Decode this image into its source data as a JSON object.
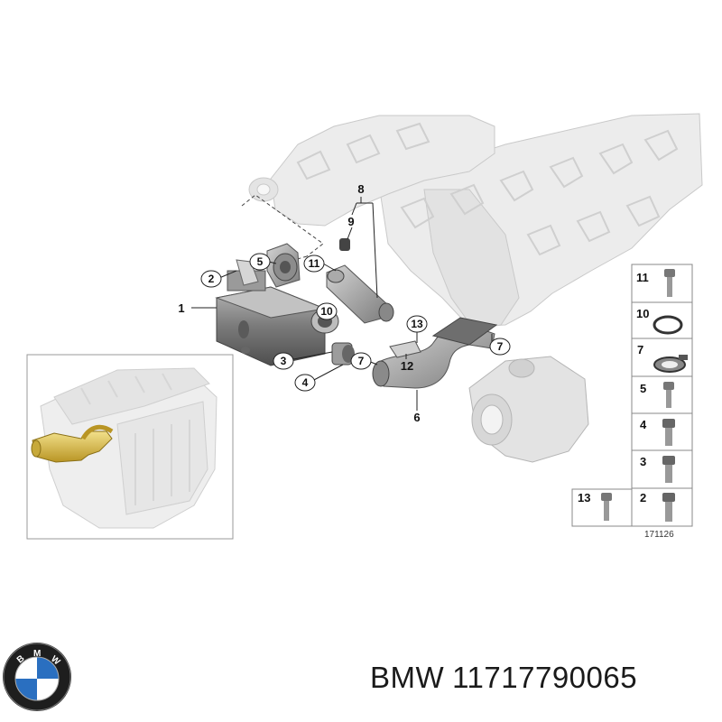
{
  "callouts": {
    "c1": "1",
    "c2": "2",
    "c3": "3",
    "c4": "4",
    "c5": "5",
    "c6": "6",
    "c7a": "7",
    "c7b": "7",
    "c8": "8",
    "c9": "9",
    "c10": "10",
    "c11": "11",
    "c12": "12",
    "c13": "13"
  },
  "legend": {
    "items": [
      "11",
      "10",
      "7",
      "5",
      "4",
      "3",
      "2"
    ],
    "extra": "13",
    "code": "171126"
  },
  "footer": {
    "brand": "BMW",
    "part_number": "11717790065"
  },
  "colors": {
    "engine_gray": "#e9e9e9",
    "part_dark": "#6d6d6d",
    "highlight_yellow": "#e0c54a"
  },
  "icons": {
    "logo": "bmw-roundel-logo"
  }
}
